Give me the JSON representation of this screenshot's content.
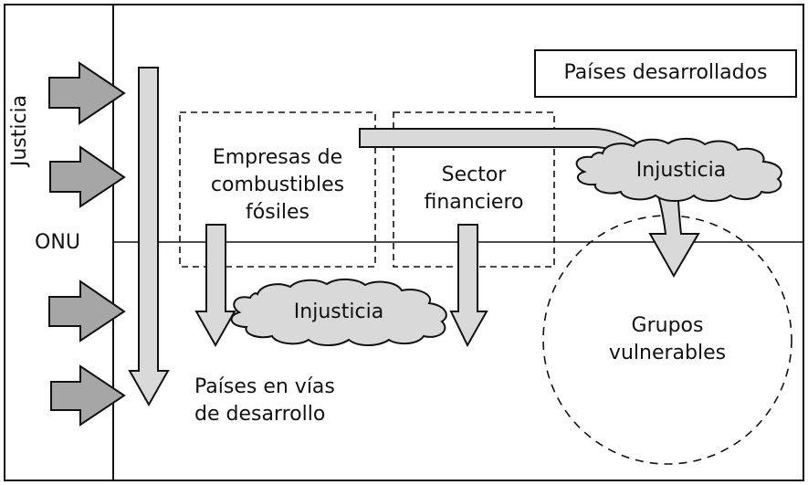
{
  "diagram": {
    "left_column": {
      "vertical_label": "Justicia",
      "org_label": "ONU"
    },
    "top_right_label": "Países desarrollados",
    "boxes": [
      {
        "label_lines": [
          "Empresas de",
          "combustibles",
          "fósiles"
        ]
      },
      {
        "label_lines": [
          "Sector",
          "financiero"
        ]
      }
    ],
    "clouds": [
      {
        "label": "Injusticia"
      },
      {
        "label": "Injusticia"
      }
    ],
    "circle_label_lines": [
      "Grupos",
      "vulnerables"
    ],
    "bottom_label_lines": [
      "Países en vías",
      "de desarrollo"
    ],
    "colors": {
      "dark_arrow": "#a6a6a6",
      "light_fill": "#d9d9d9",
      "stroke": "#111111"
    },
    "justice_arrow_count": 4
  }
}
